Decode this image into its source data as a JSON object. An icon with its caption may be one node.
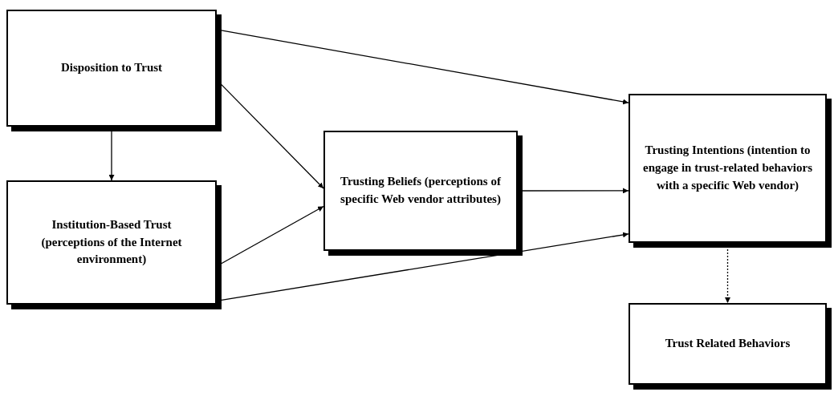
{
  "diagram": {
    "nodes": [
      {
        "text": [
          "Disposition to Trust"
        ]
      },
      {
        "text": [
          "Institution-Based Trust (perceptions of the Internet environment)"
        ]
      },
      {
        "text": [
          "Trusting Beliefs (perceptions of specific Web vendor attributes)"
        ]
      },
      {
        "text": [
          "Trusting Intentions (intention to engage in trust-related behaviors with a specific Web vendor)"
        ]
      },
      {
        "text": [
          "Trust Related Behaviors"
        ]
      }
    ],
    "edges": [
      {
        "from": 0,
        "to": 3,
        "arrow": "to"
      },
      {
        "from": 0,
        "to": 2,
        "arrow": "to"
      },
      {
        "from": 0,
        "to": 1,
        "arrow": "to"
      },
      {
        "from": 1,
        "to": 2,
        "arrow": "to"
      },
      {
        "from": 2,
        "to": 3,
        "arrow": "to"
      },
      {
        "from": 1,
        "to": 3,
        "arrow": "to"
      },
      {
        "from": 3,
        "to": 4,
        "arrow": "to",
        "style": "dashed"
      }
    ]
  }
}
